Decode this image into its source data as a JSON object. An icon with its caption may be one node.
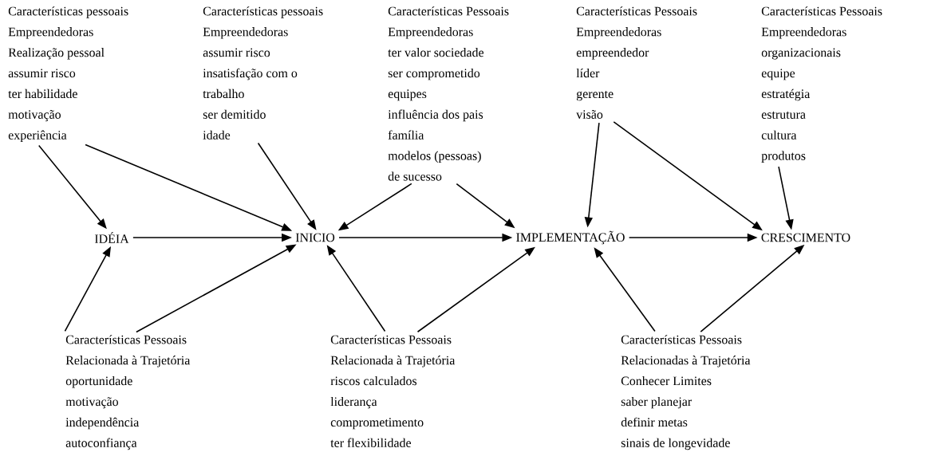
{
  "diagram": {
    "nodes": [
      {
        "text": [
          "IDÉIA"
        ]
      },
      {
        "text": [
          "INICIO"
        ]
      },
      {
        "text": [
          "IMPLEMENTAÇÃO"
        ]
      },
      {
        "text": [
          "CRESCIMENTO"
        ]
      },
      {
        "text": [
          "Características pessoais",
          "Empreendedoras",
          "Realização pessoal",
          "assumir risco",
          "ter habilidade",
          "motivação",
          "experiência"
        ]
      },
      {
        "text": [
          "Características pessoais",
          "Empreendedoras",
          "assumir risco",
          "insatisfação com o",
          "trabalho",
          "ser demitido",
          "idade"
        ]
      },
      {
        "text": [
          "Características Pessoais",
          "Empreendedoras",
          "ter valor sociedade",
          "ser comprometido",
          "equipes",
          "influência dos pais",
          "família",
          "modelos (pessoas)",
          "de sucesso"
        ]
      },
      {
        "text": [
          "Características Pessoais",
          "Empreendedoras",
          "empreendedor",
          "líder",
          "gerente",
          "visão"
        ]
      },
      {
        "text": [
          "Características Pessoais",
          "Empreendedoras",
          "organizacionais",
          "equipe",
          "estratégia",
          "estrutura",
          "cultura",
          "produtos"
        ]
      },
      {
        "text": [
          "Características Pessoais",
          "Relacionada à Trajetória",
          "oportunidade",
          "motivação",
          "independência",
          "autoconfiança"
        ]
      },
      {
        "text": [
          "Características Pessoais",
          "Relacionada à Trajetória",
          "riscos calculados",
          "liderança",
          "comprometimento",
          "ter flexibilidade"
        ]
      },
      {
        "text": [
          "Características Pessoais",
          "Relacionadas à Trajetória",
          "Conhecer Limites",
          "saber planejar",
          "definir metas",
          "sinais de longevidade"
        ]
      }
    ],
    "edges": [
      {
        "from": 4,
        "to": 0,
        "arrow": "to"
      },
      {
        "from": 4,
        "to": 1,
        "arrow": "to"
      },
      {
        "from": 5,
        "to": 1,
        "arrow": "to"
      },
      {
        "from": 6,
        "to": 1,
        "arrow": "to"
      },
      {
        "from": 6,
        "to": 2,
        "arrow": "to"
      },
      {
        "from": 7,
        "to": 2,
        "arrow": "to"
      },
      {
        "from": 7,
        "to": 3,
        "arrow": "to"
      },
      {
        "from": 8,
        "to": 3,
        "arrow": "to"
      },
      {
        "from": 0,
        "to": 1,
        "arrow": "to"
      },
      {
        "from": 1,
        "to": 2,
        "arrow": "to"
      },
      {
        "from": 2,
        "to": 3,
        "arrow": "to"
      },
      {
        "from": 9,
        "to": 0,
        "arrow": "to"
      },
      {
        "from": 9,
        "to": 1,
        "arrow": "to"
      },
      {
        "from": 10,
        "to": 1,
        "arrow": "to"
      },
      {
        "from": 10,
        "to": 2,
        "arrow": "to"
      },
      {
        "from": 11,
        "to": 2,
        "arrow": "to"
      },
      {
        "from": 11,
        "to": 3,
        "arrow": "to"
      }
    ]
  }
}
